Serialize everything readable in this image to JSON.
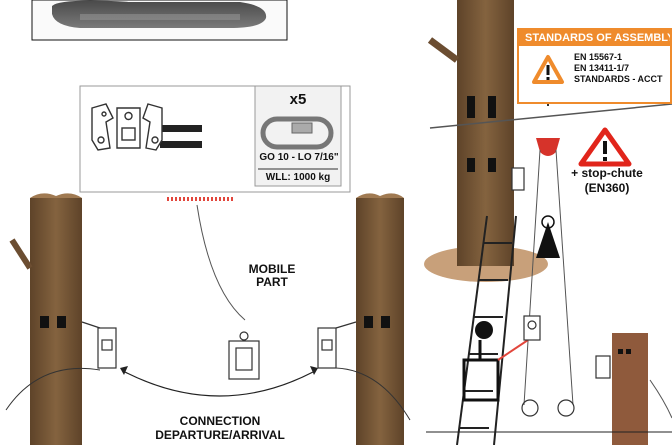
{
  "quantity_label": "x5",
  "connector_spec": "GO 10 - LO 7/16\"",
  "wll_label": "WLL: 1000 kg",
  "mobile_part_label_1": "MOBILE",
  "mobile_part_label_2": "PART",
  "connection_label_1": "CONNECTION",
  "connection_label_2": "DEPARTURE/ARRIVAL",
  "standards_title": "STANDARDS OF ASSEMBLY",
  "standards_lines": [
    "EN 15567-1",
    "EN 13411-1/7",
    "STANDARDS - ACCT"
  ],
  "stop_chute_label_1": "+ stop-chute",
  "stop_chute_label_2": "(EN360)",
  "colors": {
    "tree_trunk": "#7a5a3b",
    "tree_ground": "#c8a07a",
    "accent_orange": "#ef8b2c",
    "warning_red": "#e1251b",
    "pulley_red": "#d6332a",
    "dashed_red": "#e2463c",
    "post_brown": "#8f5a3c"
  }
}
